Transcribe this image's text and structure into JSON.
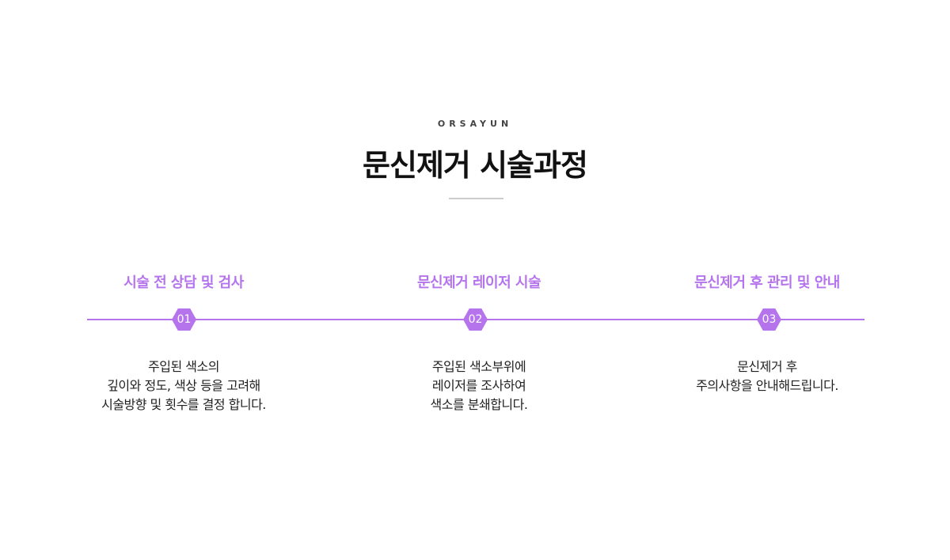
{
  "header": {
    "brand": "ORSAYUN",
    "title": "문신제거 시술과정"
  },
  "accent": "#b574ec",
  "steps": [
    {
      "num": "01",
      "title": "시술 전 상담 및 검사",
      "lines": [
        "주입된 색소의",
        "깊이와 정도, 색상 등을 고려해",
        "시술방향 및 횟수를 결정 합니다."
      ]
    },
    {
      "num": "02",
      "title": "문신제거 레이저 시술",
      "lines": [
        "주입된 색소부위에",
        "레이저를 조사하여",
        "색소를 분쇄합니다."
      ]
    },
    {
      "num": "03",
      "title": "문신제거 후 관리 및 안내",
      "lines": [
        "문신제거 후",
        "주의사항을 안내해드립니다."
      ]
    }
  ]
}
